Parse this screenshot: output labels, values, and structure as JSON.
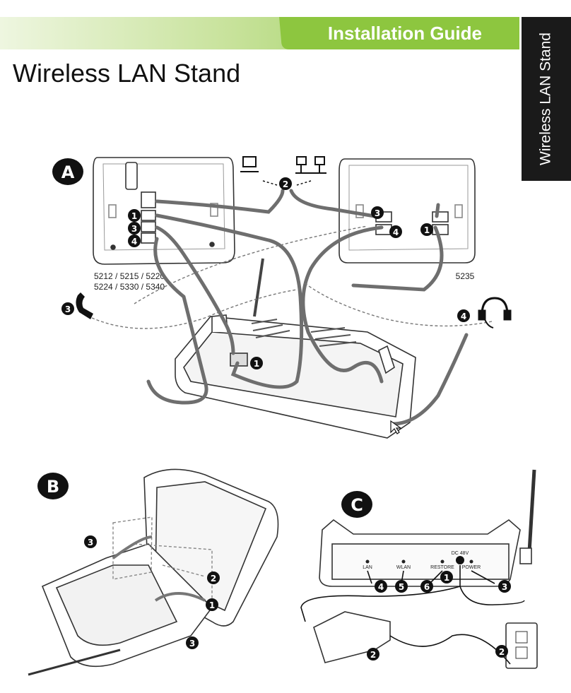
{
  "header": {
    "guide_title": "Installation Guide",
    "side_tab": "Wireless LAN Stand",
    "page_title": "Wireless LAN Stand",
    "colors": {
      "banner_green": "#8dc63f",
      "banner_light": "#d8ecb8",
      "tab_black": "#1a1a1a",
      "line_gray": "#6e6e6e"
    }
  },
  "section_a": {
    "letter": "A",
    "left_phone_models_line1": "5212 / 5215 / 5220",
    "left_phone_models_line2": "5224 / 5330 / 5340",
    "right_phone_model": "5235",
    "callouts": [
      "1",
      "2",
      "3",
      "4"
    ]
  },
  "section_b": {
    "letter": "B",
    "callouts": [
      "1",
      "2",
      "3"
    ]
  },
  "section_c": {
    "letter": "C",
    "port_labels": [
      "LAN",
      "WLAN",
      "RESTORE",
      "DC 48V",
      "POWER"
    ],
    "callouts": [
      "1",
      "2",
      "3",
      "4",
      "5",
      "6"
    ]
  }
}
